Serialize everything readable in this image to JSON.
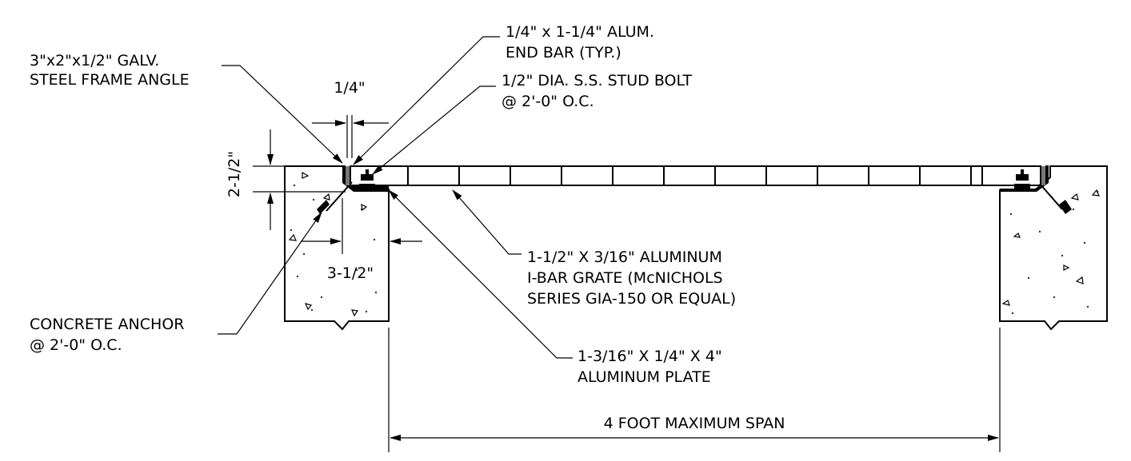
{
  "labels": {
    "frame_angle": [
      "3\"x2\"x1/2\"  GALV.",
      "STEEL FRAME ANGLE"
    ],
    "end_bar": [
      "1/4\" x 1-1/4\" ALUM.",
      "END BAR (TYP.)"
    ],
    "stud_bolt": [
      "1/2\" DIA. S.S. STUD BOLT",
      "@ 2'-0\" O.C."
    ],
    "grate": [
      "1-1/2\" X 3/16\" ALUMINUM",
      "I-BAR GRATE (McNICHOLS",
      "SERIES GIA-150 OR EQUAL)"
    ],
    "plate": [
      "1-3/16\" X 1/4\" X 4\"",
      "ALUMINUM PLATE"
    ],
    "anchor": [
      "CONCRETE ANCHOR",
      "@ 2'-0\" O.C."
    ]
  },
  "dimensions": {
    "gap": "1/4\"",
    "depth": "2-1/2\"",
    "seat": "3-1/2\"",
    "span": "4 FOOT MAXIMUM SPAN"
  }
}
